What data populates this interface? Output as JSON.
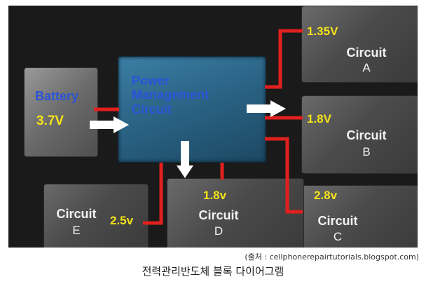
{
  "battery": {
    "label": "Battery",
    "voltage": "3.7V"
  },
  "pmc": {
    "line1": "Power",
    "line2": "Management",
    "line3": "Circuit"
  },
  "circuits": {
    "a": {
      "name": "Circuit",
      "letter": "A",
      "voltage": "1.35V"
    },
    "b": {
      "name": "Circuit",
      "letter": "B",
      "voltage": "1.8V"
    },
    "c": {
      "name": "Circuit",
      "letter": "C",
      "voltage": "2.8v"
    },
    "d": {
      "name": "Circuit",
      "letter": "D",
      "voltage": "1.8v"
    },
    "e": {
      "name": "Circuit",
      "letter": "E",
      "voltage": "2.5v"
    }
  },
  "source": "(출처 : cellphonerepairtutorials.blogspot.com)",
  "caption": "전력관리반도체 블록 다이어그램",
  "colors": {
    "wire": "#e0201e",
    "label": "#f4e21a",
    "pmc_text": "#2b54d8",
    "background": "#1a1a1a"
  }
}
